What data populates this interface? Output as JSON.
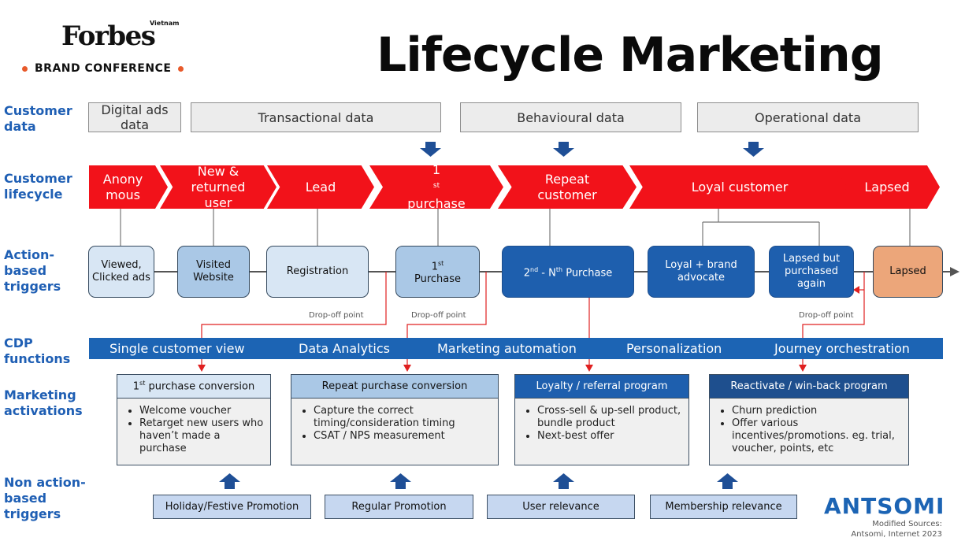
{
  "header": {
    "forbes": "Forbes",
    "forbes_sub": "Vietnam",
    "conference": "BRAND CONFERENCE",
    "title": "Lifecycle Marketing"
  },
  "row_labels": {
    "customer_data": "Customer data",
    "customer_lifecycle": "Customer lifecycle",
    "action_triggers": "Action-based triggers",
    "cdp": "CDP functions",
    "activations": "Marketing activations",
    "non_action": "Non action-based triggers"
  },
  "customer_data": [
    "Digital ads data",
    "Transactional data",
    "Behavioural data",
    "Operational data"
  ],
  "lifecycle": {
    "s1": "Anony mous",
    "s2": "New & returned user",
    "s3": "Lead",
    "s4_main": "1",
    "s4_sup": "st",
    "s4_rest": "purchase",
    "s5": "Repeat customer",
    "s6": "Loyal customer",
    "s7": "Lapsed"
  },
  "triggers": {
    "t1": "Viewed, Clicked ads",
    "t2": "Visited Website",
    "t3": "Registration",
    "t4_main": "1",
    "t4_sup": "st",
    "t4_rest": "Purchase",
    "t5_a": "2",
    "t5_a_sup": "nd",
    "t5_b": " - N",
    "t5_b_sup": "th",
    "t5_c": " Purchase",
    "t6": "Loyal + brand advocate",
    "t7": "Lapsed but purchased again",
    "t8": "Lapsed"
  },
  "dropoff": "Drop-off point",
  "cdp_functions": [
    "Single customer view",
    "Data Analytics",
    "Marketing automation",
    "Personalization",
    "Journey orchestration"
  ],
  "activations": {
    "a1": {
      "title_main": "1",
      "title_sup": "st",
      "title_rest": " purchase conversion",
      "items": [
        "Welcome voucher",
        "Retarget new users who haven’t made a purchase"
      ]
    },
    "a2": {
      "title": "Repeat purchase conversion",
      "items": [
        "Capture the correct timing/consideration timing",
        "CSAT / NPS measurement"
      ]
    },
    "a3": {
      "title": "Loyalty / referral program",
      "items": [
        "Cross-sell & up-sell product, bundle product",
        "Next-best offer"
      ]
    },
    "a4": {
      "title": "Reactivate / win-back program",
      "items": [
        "Churn prediction",
        "Offer various incentives/promotions. eg. trial, voucher, points, etc"
      ]
    }
  },
  "non_action": [
    "Holiday/Festive Promotion",
    "Regular Promotion",
    "User relevance",
    "Membership relevance"
  ],
  "footer": {
    "brand": "ANTSOMI",
    "src1": "Modified Sources:",
    "src2": "Antsomi, Internet 2023"
  },
  "colors": {
    "accent_blue": "#1f5fb4",
    "chevron_red": "#f2121a",
    "cdp_blue": "#1c64b4",
    "dark_box": "#1e5fae",
    "orange_box": "#eca67a"
  }
}
